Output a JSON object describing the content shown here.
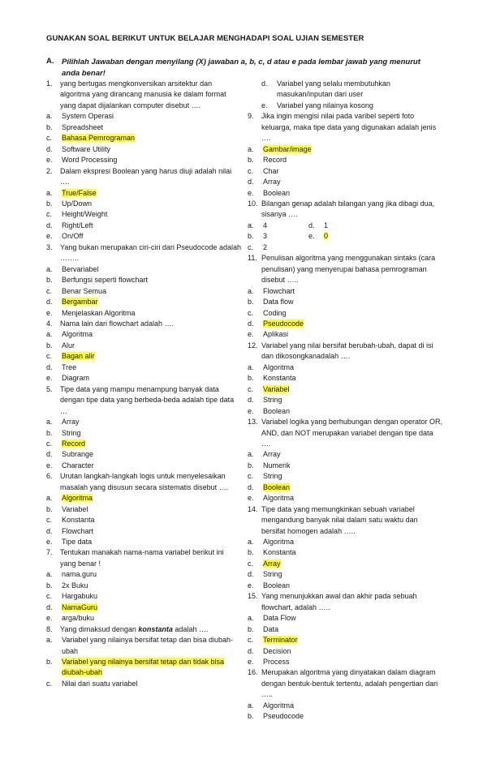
{
  "title": "GUNAKAN  SOAL BERIKUT UNTUK BELAJAR MENGHADAPI SOAL UJIAN SEMESTER",
  "section": {
    "label": "A.",
    "instruction": "Pilihlah Jawaban dengan menyilang (X) jawaban a, b, c, d atau e pada lembar jawab yang menurut anda benar!"
  },
  "highlight_color": "#ffff33",
  "left_questions": [
    {
      "num": "1.",
      "text": "yang bertugas mengkonversikan arsitektur dan algoritma yang dirancang manusia ke dalam format yang dapat dijalankan computer disebut ….",
      "options": [
        {
          "letter": "a.",
          "text": "System Operasi"
        },
        {
          "letter": "b.",
          "text": "Spreadsheet"
        },
        {
          "letter": "c.",
          "text": "Bahasa Pemrograman",
          "answer": true
        },
        {
          "letter": "d.",
          "text": "Software Utility"
        },
        {
          "letter": "e.",
          "text": "Word Processing"
        }
      ]
    },
    {
      "num": "2.",
      "text": "Dalam ekspresi Boolean yang harus diuji adalah nilai ….",
      "options": [
        {
          "letter": "a.",
          "text": "True/False",
          "answer": true
        },
        {
          "letter": "b.",
          "text": "Up/Down"
        },
        {
          "letter": "c.",
          "text": "Height/Weight"
        },
        {
          "letter": "d.",
          "text": "Right/Left"
        },
        {
          "letter": "e.",
          "text": "On/Off"
        }
      ]
    },
    {
      "num": "3.",
      "text": "Yang bukan merupakan ciri-ciri dari Pseudocode adalah ……..",
      "options": [
        {
          "letter": "a.",
          "text": "Bervariabel"
        },
        {
          "letter": "b.",
          "text": "Berfungsi seperti flowchart"
        },
        {
          "letter": "c.",
          "text": "Benar Semua"
        },
        {
          "letter": "d.",
          "text": "Bergambar",
          "answer": true
        },
        {
          "letter": "e.",
          "text": " Menjelaskan Algoritma"
        }
      ]
    },
    {
      "num": "4.",
      "text": "Nama lain dari flowchart adalah ….",
      "options": [
        {
          "letter": "a.",
          "text": "Algoritma"
        },
        {
          "letter": "b.",
          "text": "Alur"
        },
        {
          "letter": "c.",
          "text": "Bagan alir",
          "answer": true
        },
        {
          "letter": "d.",
          "text": "Tree"
        },
        {
          "letter": "e.",
          "text": "Diagram"
        }
      ]
    },
    {
      "num": "5.",
      "text": "Tipe data yang mampu menampung banyak data dengan tipe data yang berbeda-beda adalah tipe data …",
      "options": [
        {
          "letter": "a.",
          "text": "Array"
        },
        {
          "letter": "b.",
          "text": "String"
        },
        {
          "letter": "c.",
          "text": "Record",
          "answer": true
        },
        {
          "letter": "d.",
          "text": "Subrange"
        },
        {
          "letter": "e.",
          "text": "Character"
        }
      ]
    },
    {
      "num": "6.",
      "text": "Urutan langkah-langkah logis untuk menyelesaikan masalah yang disusun secara sistematis disebut ….",
      "options": [
        {
          "letter": "a.",
          "text": "Algoritma",
          "answer": true
        },
        {
          "letter": "b.",
          "text": "Variabel"
        },
        {
          "letter": "c.",
          "text": "Konstanta"
        },
        {
          "letter": "d.",
          "text": "Flowchart"
        },
        {
          "letter": "e.",
          "text": "Tipe data"
        }
      ]
    },
    {
      "num": "7.",
      "text": "Tentukan manakah nama-nama variabel berikut ini yang benar !",
      "options": [
        {
          "letter": "a.",
          "text": "nama.guru"
        },
        {
          "letter": "b.",
          "text": "2x Buku"
        },
        {
          "letter": "c.",
          "text": "Hargabuku"
        },
        {
          "letter": "d.",
          "text": "NamaGuru",
          "answer": true
        },
        {
          "letter": "e.",
          "text": "arga/buku"
        }
      ]
    }
  ],
  "q8": {
    "num": "8.",
    "prefix": "Yang dimaksud dengan ",
    "keyword": "konstanta",
    "suffix": " adalah ….",
    "options": [
      {
        "letter": "a.",
        "text": "Variabel yang nilainya bersifat tetap dan bisa diubah-ubah"
      },
      {
        "letter": "b.",
        "text": "Variabel yang nilainya bersifat tetap dan tidak bisa diubah-ubah",
        "answer": true
      },
      {
        "letter": "c.",
        "text": "Nilai dari suatu variabel"
      }
    ]
  },
  "q8_continued": [
    {
      "letter": "d.",
      "text": "Variabel yang selalu membutuhkan masukan/inputan dari user"
    },
    {
      "letter": "e.",
      "text": "Variabel yang nilainya kosong"
    }
  ],
  "q9": {
    "num": "9.",
    "text": "Jika ingin mengisi nilai pada varibel seperti foto keluarga, maka tipe data yang digunakan adalah jenis ….",
    "options": [
      {
        "letter": "a.",
        "text": "Gambar/image",
        "answer": true
      },
      {
        "letter": "b.",
        "text": "Record"
      },
      {
        "letter": "c.",
        "text": "Char"
      },
      {
        "letter": "d.",
        "text": "Array"
      },
      {
        "letter": "e.",
        "text": "Boolean"
      }
    ]
  },
  "q10": {
    "num": "10.",
    "text": "Bilangan genap adalah bilangan yang jika dibagi dua, sisanya ….",
    "row1": [
      {
        "letter": "a.",
        "text": "4"
      },
      {
        "letter": "d.",
        "text": "1"
      }
    ],
    "row2": [
      {
        "letter": "b.",
        "text": "3"
      },
      {
        "letter": "e.",
        "text": "0",
        "answer": true
      }
    ],
    "row3": [
      {
        "letter": "c.",
        "text": "2"
      }
    ]
  },
  "right_questions": [
    {
      "num": "11.",
      "text": "Penulisan algoritma yang menggunakan sintaks (cara penulisan) yang menyerupai bahasa pemrograman disebut …..",
      "options": [
        {
          "letter": "a.",
          "text": "Flowchart"
        },
        {
          "letter": "b.",
          "text": "Data flow"
        },
        {
          "letter": "c.",
          "text": "Coding"
        },
        {
          "letter": "d.",
          "text": "Pseudocode",
          "answer": true
        },
        {
          "letter": "e.",
          "text": "Aplikasi"
        }
      ]
    },
    {
      "num": "12.",
      "text": "Variabel yang nilai bersifat berubah-ubah, dapat di isi dan dikosongkanadalah ….",
      "options": [
        {
          "letter": "a.",
          "text": "Algoritma"
        },
        {
          "letter": "b.",
          "text": "Konstanta"
        },
        {
          "letter": "c.",
          "text": "Variabel",
          "answer": true
        },
        {
          "letter": "d.",
          "text": "String"
        },
        {
          "letter": "e.",
          "text": "Boolean"
        }
      ]
    },
    {
      "num": "13.",
      "text": "Variabel logika yang berhubungan dengan operator OR, AND, dan NOT merupakan variabel dengan tipe data ….",
      "options": [
        {
          "letter": "a.",
          "text": "Array"
        },
        {
          "letter": "b.",
          "text": "Numerik"
        },
        {
          "letter": "c.",
          "text": "String"
        },
        {
          "letter": "d.",
          "text": "Boolean",
          "answer": true
        },
        {
          "letter": "e.",
          "text": "Algoritma"
        }
      ]
    },
    {
      "num": "14.",
      "text": "Tipe data yang memungkinkan sebuah variabel mengandung banyak nilai dalam satu waktu dan bersifat homogen adalah …..",
      "options": [
        {
          "letter": "a.",
          "text": "Algoritma"
        },
        {
          "letter": "b.",
          "text": "Konstanta"
        },
        {
          "letter": "c.",
          "text": "Array",
          "answer": true
        },
        {
          "letter": "d.",
          "text": "String"
        },
        {
          "letter": "e.",
          "text": "Boolean"
        }
      ]
    },
    {
      "num": "15.",
      "text": "Yang menunjukkan awal dan akhir pada sebuah flowchart, adalah …..",
      "options": [
        {
          "letter": "a.",
          "text": "Data Flow"
        },
        {
          "letter": "b.",
          "text": "Data"
        },
        {
          "letter": "c.",
          "text": "Terminator",
          "answer": true
        },
        {
          "letter": "d.",
          "text": "Decision"
        },
        {
          "letter": "e.",
          "text": "Process"
        }
      ]
    },
    {
      "num": "16.",
      "text": "Merupakan algoritma yang dinyatakan dalam diagram dengan bentuk-bentuk   tertentu, adalah pengertian dari …..",
      "options": [
        {
          "letter": "a.",
          "text": "Algoritma"
        },
        {
          "letter": "b.",
          "text": "Pseudocode"
        }
      ]
    }
  ]
}
